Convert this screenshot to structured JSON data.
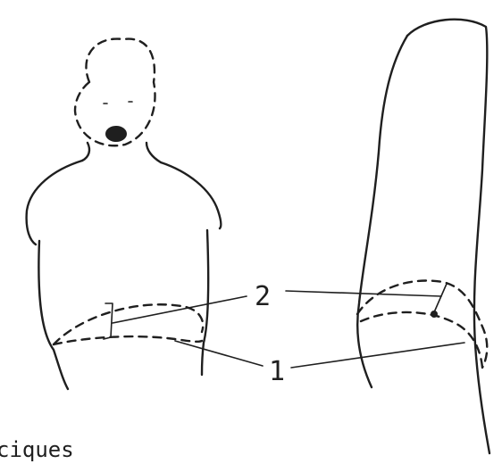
{
  "figure": {
    "label_1": "1",
    "label_2": "2",
    "caption": "ciques"
  }
}
